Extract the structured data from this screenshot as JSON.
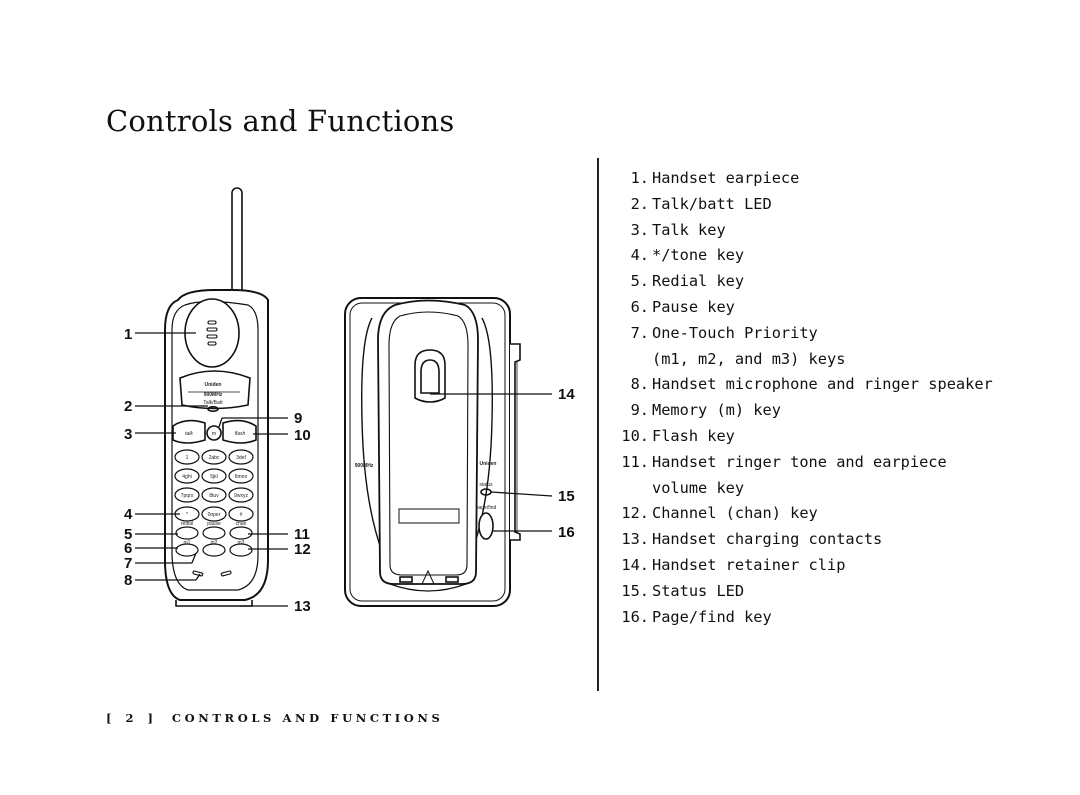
{
  "page": {
    "title": "Controls and Functions",
    "footer": {
      "page_number": "[ 2 ]",
      "section": "CONTROLS AND FUNCTIONS"
    }
  },
  "parts": [
    {
      "num": "1.",
      "text": "Handset earpiece"
    },
    {
      "num": "2.",
      "text": "Talk/batt LED"
    },
    {
      "num": "3.",
      "text": "Talk key"
    },
    {
      "num": "4.",
      "text": "*/tone key"
    },
    {
      "num": "5.",
      "text": "Redial key"
    },
    {
      "num": "6.",
      "text": "Pause key"
    },
    {
      "num": "7.",
      "text": "One-Touch Priority",
      "text2": "(m1, m2, and m3) keys"
    },
    {
      "num": "8.",
      "text": "Handset microphone and ringer speaker"
    },
    {
      "num": "9.",
      "text": "Memory (m) key"
    },
    {
      "num": "10.",
      "text": "Flash key"
    },
    {
      "num": "11.",
      "text": "Handset ringer tone and earpiece",
      "text2": "volume key"
    },
    {
      "num": "12.",
      "text": "Channel (chan) key"
    },
    {
      "num": "13.",
      "text": "Handset charging contacts"
    },
    {
      "num": "14.",
      "text": "Handset retainer clip"
    },
    {
      "num": "15.",
      "text": "Status LED"
    },
    {
      "num": "16.",
      "text": "Page/find key"
    }
  ],
  "callouts": [
    "1",
    "2",
    "3",
    "4",
    "5",
    "6",
    "7",
    "8",
    "9",
    "10",
    "11",
    "12",
    "13",
    "14",
    "15",
    "16"
  ],
  "device_labels": {
    "brand": "Uniden",
    "band": "900MHz",
    "led": "Talk/Batt",
    "talk": "talk",
    "mem": "m",
    "flash": "flash",
    "status": "status",
    "page": "page/find",
    "redial": "redial",
    "pause": "pause",
    "chan": "chan",
    "volume": "volume",
    "m1": "m1",
    "m2": "m2",
    "m3": "m3",
    "keys": [
      "1",
      "2abc",
      "3def",
      "4ghi",
      "5jkl",
      "6mno",
      "7pqrs",
      "8tuv",
      "9wxyz",
      "*",
      "0oper",
      "#"
    ]
  }
}
